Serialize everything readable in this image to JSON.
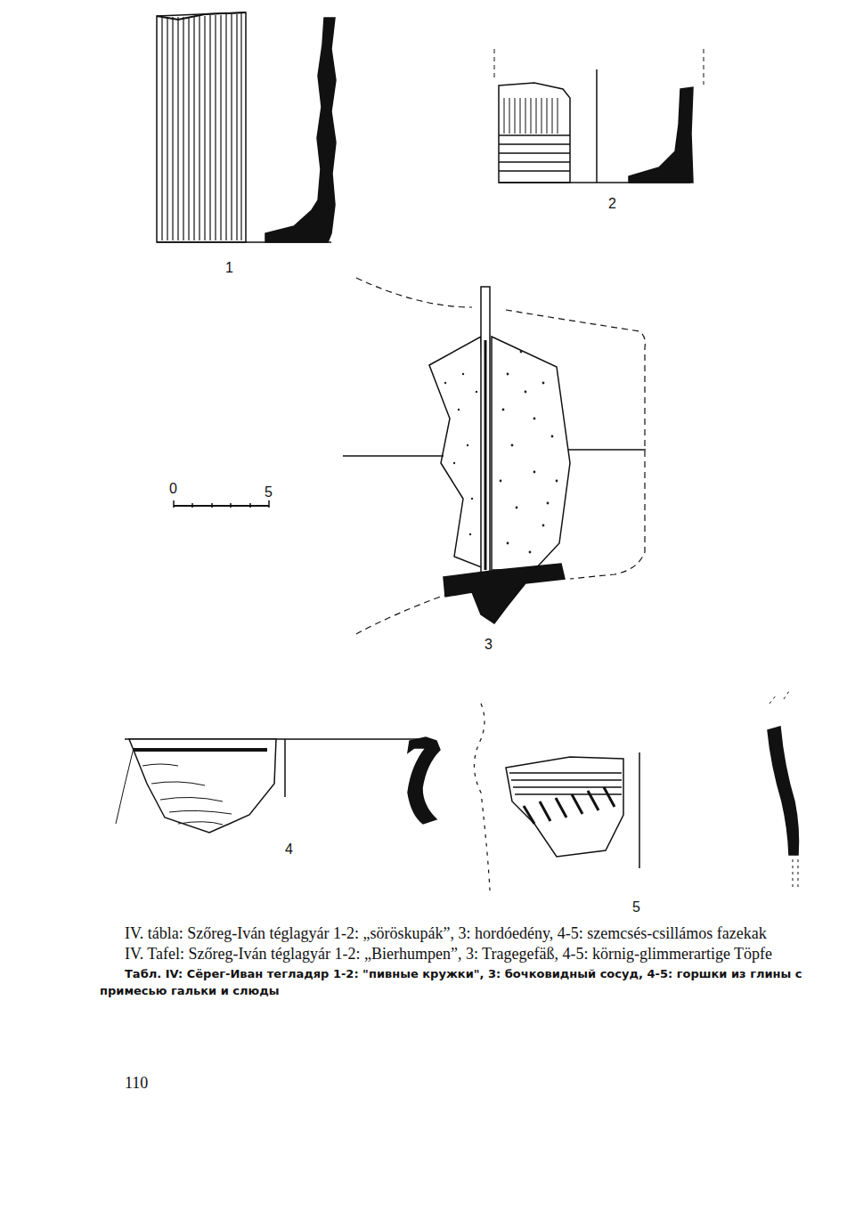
{
  "diagram": {
    "caption": "IV. tábla: Szőreg-Iván téglagyár 1-2: „söröskupák”, 3: hordóedény, 4-5: szemcsés-csillámos fazekak",
    "labels": [
      "1",
      "2",
      "0",
      "5",
      "3",
      "4",
      "5",
      "IV. Tafel: Szőreg-Iván téglagyár 1-2: „Bierhumpen”, 3: Tragegefäß, 4-5: körnig-glimmerartige Töpfe",
      "Табл. IV: Сёрег-Иван тегладяр 1-2: \"пивные кружки\", 3: бочковидный сосуд, 4-5: горшки из глины с примесью гальки и слюды",
      "110"
    ]
  }
}
